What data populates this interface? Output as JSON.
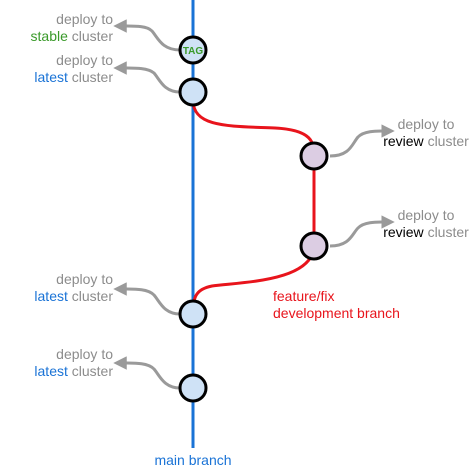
{
  "colors": {
    "main_branch": "#1a73d6",
    "feature_branch": "#e8141c",
    "main_commit_fill": "#cfe2f6",
    "feature_commit_fill": "#dccde3",
    "tag_fill": "#cfe2f6",
    "tag_text": "#3a9a2a",
    "stable_text": "#3a9a2a",
    "latest_text": "#1a73d6",
    "review_text": "#000000",
    "gray_text": "#8c8c8c",
    "arrow": "#9a9a9a",
    "outline": "#000000"
  },
  "tag": {
    "label": "TAG"
  },
  "deploys": {
    "stable": {
      "prefix": "deploy to",
      "keyword": "stable",
      "suffix": "cluster"
    },
    "latest_top": {
      "prefix": "deploy to",
      "keyword": "latest",
      "suffix": "cluster"
    },
    "review_1": {
      "prefix": "deploy to",
      "keyword": "review",
      "suffix": "cluster"
    },
    "review_2": {
      "prefix": "deploy to",
      "keyword": "review",
      "suffix": "cluster"
    },
    "latest_mid": {
      "prefix": "deploy to",
      "keyword": "latest",
      "suffix": "cluster"
    },
    "latest_bottom": {
      "prefix": "deploy to",
      "keyword": "latest",
      "suffix": "cluster"
    }
  },
  "branches": {
    "main": {
      "label": "main branch"
    },
    "feature": {
      "label_line1": "feature/fix",
      "label_line2": "development branch"
    }
  },
  "icons": {
    "arrow": "curved-arrow-icon"
  }
}
